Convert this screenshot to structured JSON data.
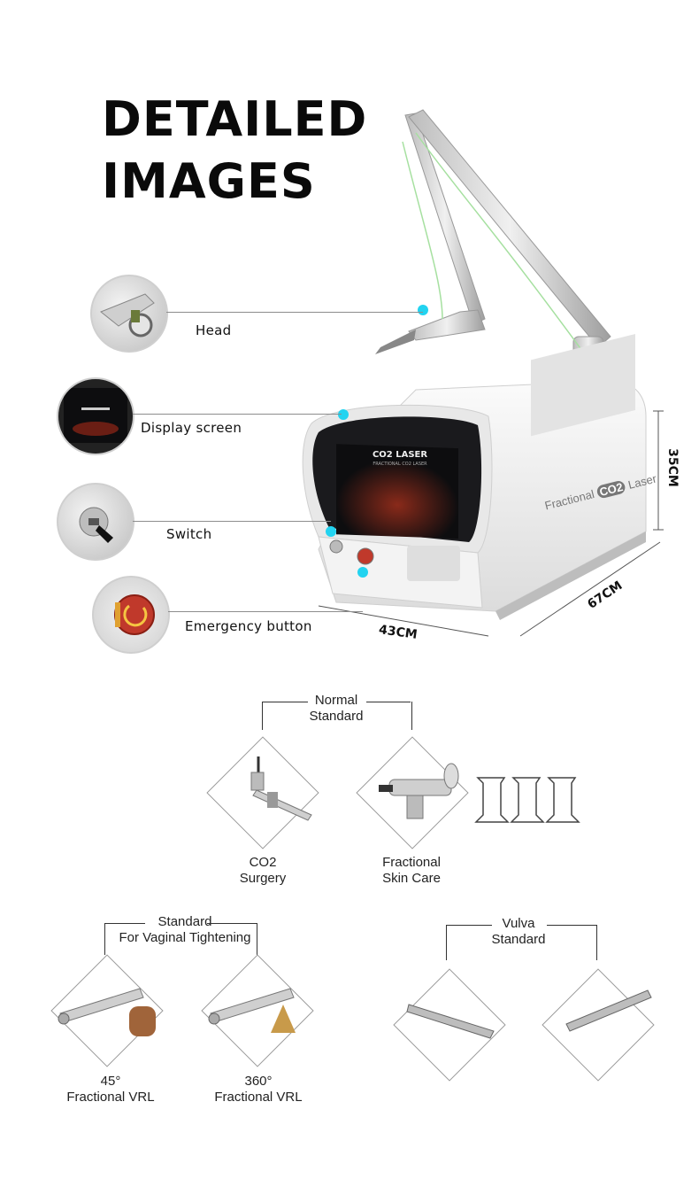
{
  "heading": {
    "line1": "DETAILED",
    "line2": "IMAGES"
  },
  "callouts": [
    {
      "label": "Head",
      "icon": "laser-head-icon"
    },
    {
      "label": "Display screen",
      "icon": "display-screen-icon"
    },
    {
      "label": "Switch",
      "icon": "key-switch-icon"
    },
    {
      "label": "Emergency button",
      "icon": "emergency-button-icon"
    }
  ],
  "device": {
    "screen_title": "CO2 LASER",
    "screen_subtitle": "FRACTIONAL CO2 LASER",
    "brand_text_left": "Fractional",
    "brand_text_co2": "CO2",
    "brand_text_right": "Laser",
    "dim_height": "35CM",
    "dim_depth": "67CM",
    "dim_width": "43CM",
    "accent_color": "#22d3f0"
  },
  "accessories": {
    "group1": {
      "title_line1": "Normal",
      "title_line2": "Standard"
    },
    "co2": {
      "line1": "CO2",
      "line2": "Surgery"
    },
    "fractional": {
      "line1": "Fractional",
      "line2": "Skin Care"
    },
    "group2": {
      "title_line1": "Standard",
      "title_line2": "For Vaginal Tightening"
    },
    "vrl45": {
      "line1": "45°",
      "line2": "Fractional VRL"
    },
    "vrl360": {
      "line1": "360°",
      "line2": "Fractional VRL"
    },
    "group3": {
      "title_line1": "Vulva",
      "title_line2": "Standard"
    }
  }
}
